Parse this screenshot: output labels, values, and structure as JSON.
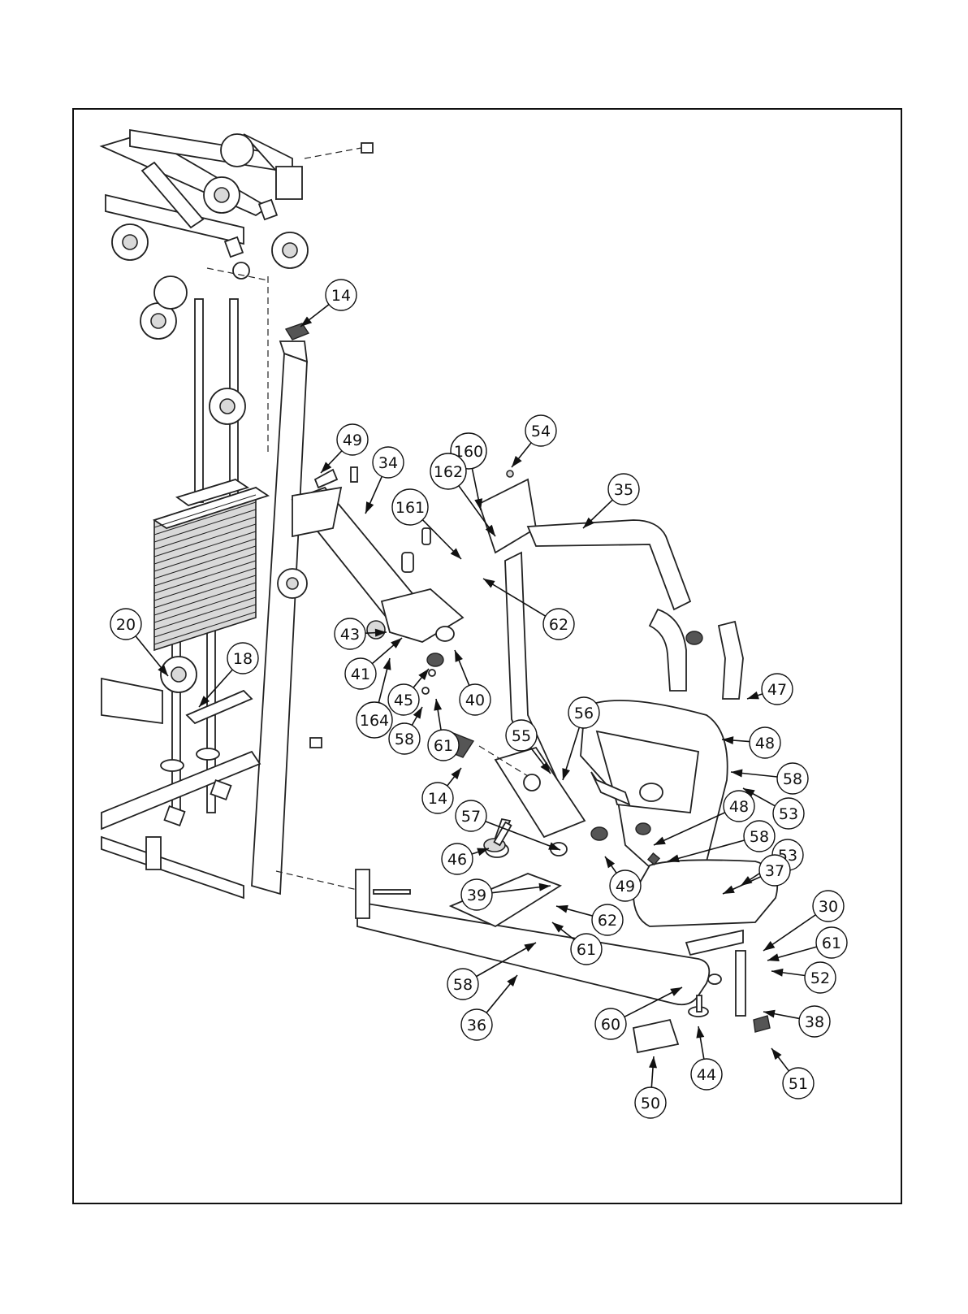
{
  "diagram": {
    "type": "exploded-assembly",
    "callouts": [
      {
        "id": "c14a",
        "label": "14"
      },
      {
        "id": "c49a",
        "label": "49"
      },
      {
        "id": "c34",
        "label": "34"
      },
      {
        "id": "c54",
        "label": "54"
      },
      {
        "id": "c160",
        "label": "160"
      },
      {
        "id": "c162",
        "label": "162"
      },
      {
        "id": "c161",
        "label": "161"
      },
      {
        "id": "c35",
        "label": "35"
      },
      {
        "id": "c62a",
        "label": "62"
      },
      {
        "id": "c43",
        "label": "43"
      },
      {
        "id": "c20",
        "label": "20"
      },
      {
        "id": "c18",
        "label": "18"
      },
      {
        "id": "c41",
        "label": "41"
      },
      {
        "id": "c45",
        "label": "45"
      },
      {
        "id": "c40",
        "label": "40"
      },
      {
        "id": "c164",
        "label": "164"
      },
      {
        "id": "c58a",
        "label": "58"
      },
      {
        "id": "c61a",
        "label": "61"
      },
      {
        "id": "c47",
        "label": "47"
      },
      {
        "id": "c56",
        "label": "56"
      },
      {
        "id": "c55",
        "label": "55"
      },
      {
        "id": "c48a",
        "label": "48"
      },
      {
        "id": "c58b",
        "label": "58"
      },
      {
        "id": "c14b",
        "label": "14"
      },
      {
        "id": "c53a",
        "label": "53"
      },
      {
        "id": "c48b",
        "label": "48"
      },
      {
        "id": "c57",
        "label": "57"
      },
      {
        "id": "c58c",
        "label": "58"
      },
      {
        "id": "c46",
        "label": "46"
      },
      {
        "id": "c53b",
        "label": "53"
      },
      {
        "id": "c49b",
        "label": "49"
      },
      {
        "id": "c37",
        "label": "37"
      },
      {
        "id": "c39",
        "label": "39"
      },
      {
        "id": "c30",
        "label": "30"
      },
      {
        "id": "c62b",
        "label": "62"
      },
      {
        "id": "c61b",
        "label": "61"
      },
      {
        "id": "c61c",
        "label": "61"
      },
      {
        "id": "c52",
        "label": "52"
      },
      {
        "id": "c58d",
        "label": "58"
      },
      {
        "id": "c36",
        "label": "36"
      },
      {
        "id": "c60",
        "label": "60"
      },
      {
        "id": "c38",
        "label": "38"
      },
      {
        "id": "c44",
        "label": "44"
      },
      {
        "id": "c51",
        "label": "51"
      },
      {
        "id": "c50",
        "label": "50"
      }
    ]
  }
}
